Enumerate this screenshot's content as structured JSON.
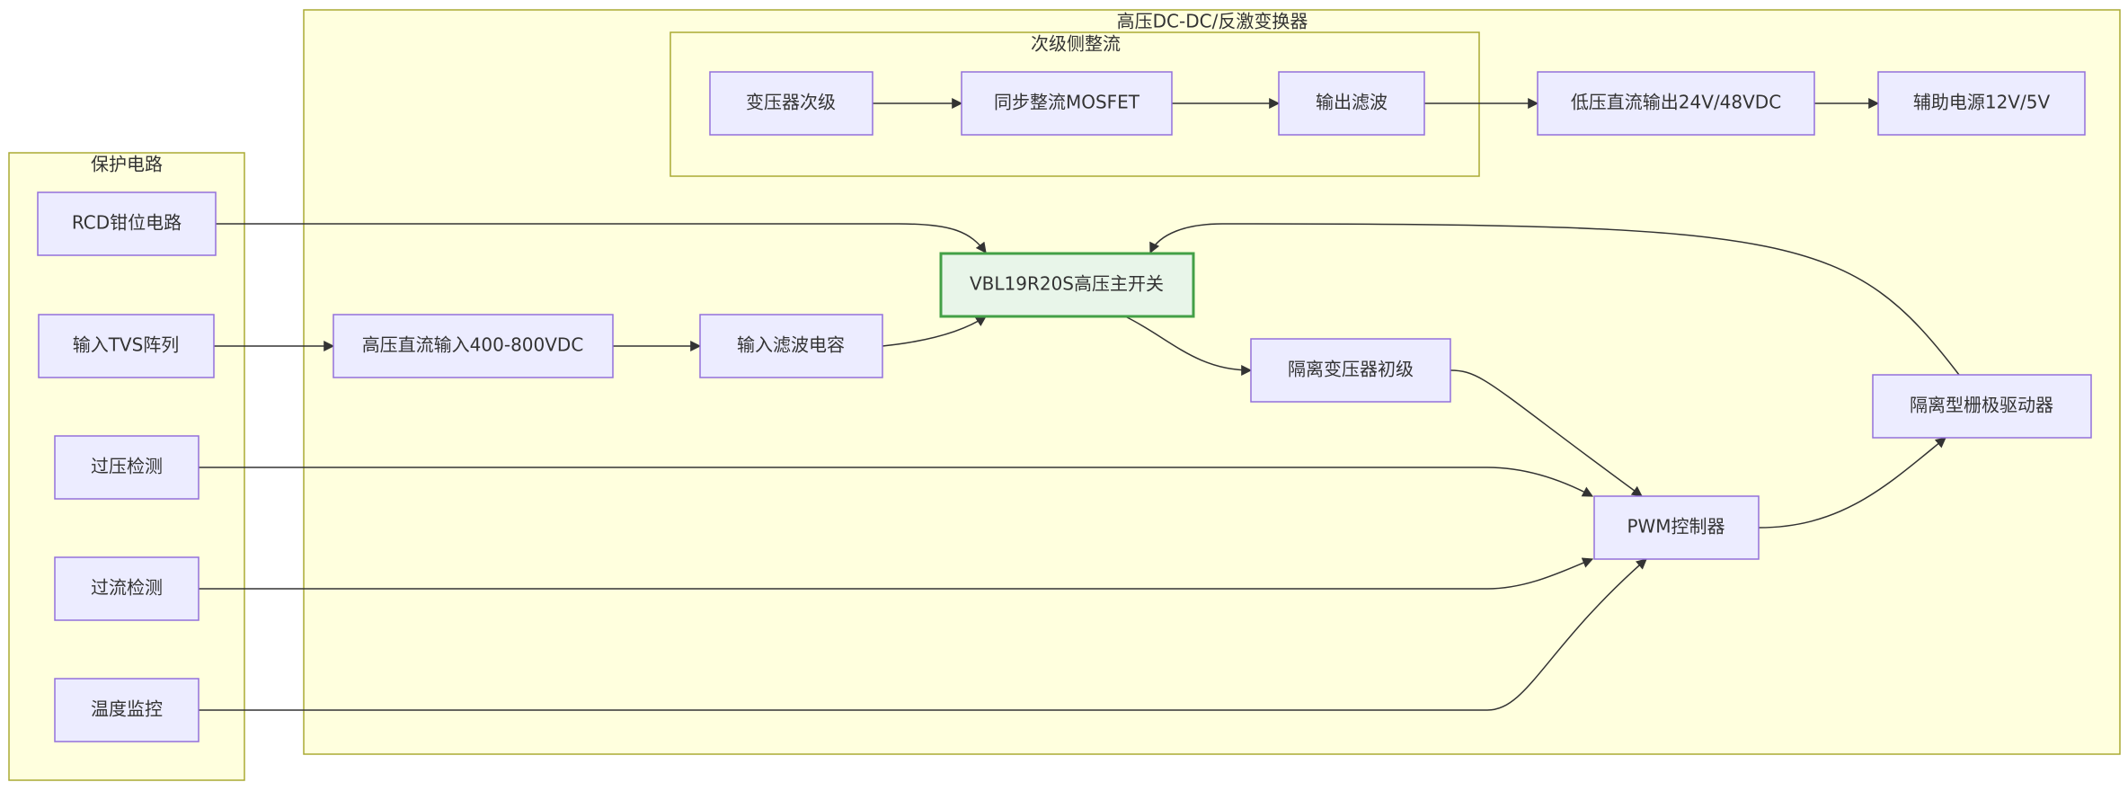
{
  "clusters": {
    "main": "高压DC-DC/反激变换器",
    "secondary": "次级侧整流",
    "protection": "保护电路"
  },
  "nodes": {
    "rcd": "RCD钳位电路",
    "tvs": "输入TVS阵列",
    "ovp": "过压检测",
    "ocp": "过流检测",
    "temp": "温度监控",
    "hvin": "高压直流输入400-800VDC",
    "incap": "输入滤波电容",
    "mainsw": "VBL19R20S高压主开关",
    "xfmrpri": "隔离变压器初级",
    "pwm": "PWM控制器",
    "gatedrv": "隔离型栅极驱动器",
    "xfmrsec": "变压器次级",
    "syncrect": "同步整流MOSFET",
    "outfilt": "输出滤波",
    "lvout": "低压直流输出24V/48VDC",
    "aux": "辅助电源12V/5V"
  },
  "colors": {
    "cluster_fill": "#ffffde",
    "cluster_stroke": "#aaaa33",
    "node_fill": "#ECECFF",
    "node_stroke": "#9370DB",
    "highlight_fill": "#e8f5e9",
    "highlight_stroke": "#43a047"
  }
}
